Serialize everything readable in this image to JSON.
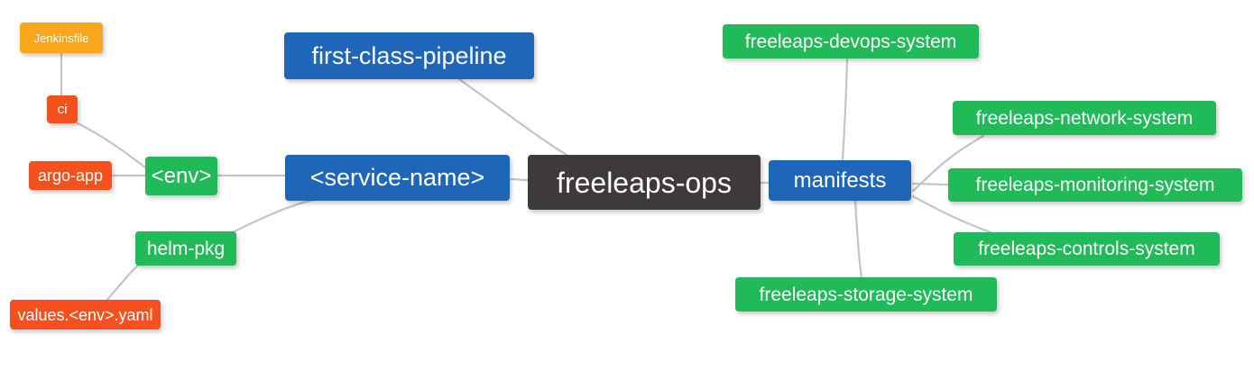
{
  "diagram": {
    "type": "mindmap",
    "title": "freeleaps-ops",
    "background": "#ffffff",
    "edge_color": "#c4c4c4",
    "palette": {
      "root": "#3e3a39",
      "blue": "#1f66b8",
      "green": "#21ba58",
      "red": "#f4511e",
      "orange": "#faa61a",
      "text": "#ffffff"
    }
  },
  "nodes": [
    {
      "id": "jenkinsfile",
      "label": "Jenkinsfile",
      "color": "orange"
    },
    {
      "id": "ci",
      "label": "ci",
      "color": "red"
    },
    {
      "id": "argo-app",
      "label": "argo-app",
      "color": "red"
    },
    {
      "id": "env",
      "label": "<env>",
      "color": "green"
    },
    {
      "id": "first-class-pipeline",
      "label": "first-class-pipeline",
      "color": "blue"
    },
    {
      "id": "service-name",
      "label": "<service-name>",
      "color": "blue"
    },
    {
      "id": "helm-pkg",
      "label": "helm-pkg",
      "color": "green"
    },
    {
      "id": "values-yaml",
      "label": "values.<env>.yaml",
      "color": "red"
    },
    {
      "id": "freeleaps-ops",
      "label": "freeleaps-ops",
      "color": "root"
    },
    {
      "id": "manifests",
      "label": "manifests",
      "color": "blue"
    },
    {
      "id": "devops-system",
      "label": "freeleaps-devops-system",
      "color": "green"
    },
    {
      "id": "network-system",
      "label": "freeleaps-network-system",
      "color": "green"
    },
    {
      "id": "monitoring-system",
      "label": "freeleaps-monitoring-system",
      "color": "green"
    },
    {
      "id": "controls-system",
      "label": "freeleaps-controls-system",
      "color": "green"
    },
    {
      "id": "storage-system",
      "label": "freeleaps-storage-system",
      "color": "green"
    }
  ],
  "edges": [
    {
      "from": "jenkinsfile",
      "to": "ci"
    },
    {
      "from": "ci",
      "to": "env"
    },
    {
      "from": "argo-app",
      "to": "env"
    },
    {
      "from": "env",
      "to": "service-name"
    },
    {
      "from": "first-class-pipeline",
      "to": "freeleaps-ops"
    },
    {
      "from": "service-name",
      "to": "freeleaps-ops"
    },
    {
      "from": "helm-pkg",
      "to": "service-name"
    },
    {
      "from": "values-yaml",
      "to": "helm-pkg"
    },
    {
      "from": "freeleaps-ops",
      "to": "manifests"
    },
    {
      "from": "manifests",
      "to": "devops-system"
    },
    {
      "from": "manifests",
      "to": "network-system"
    },
    {
      "from": "manifests",
      "to": "monitoring-system"
    },
    {
      "from": "manifests",
      "to": "controls-system"
    },
    {
      "from": "manifests",
      "to": "storage-system"
    }
  ]
}
